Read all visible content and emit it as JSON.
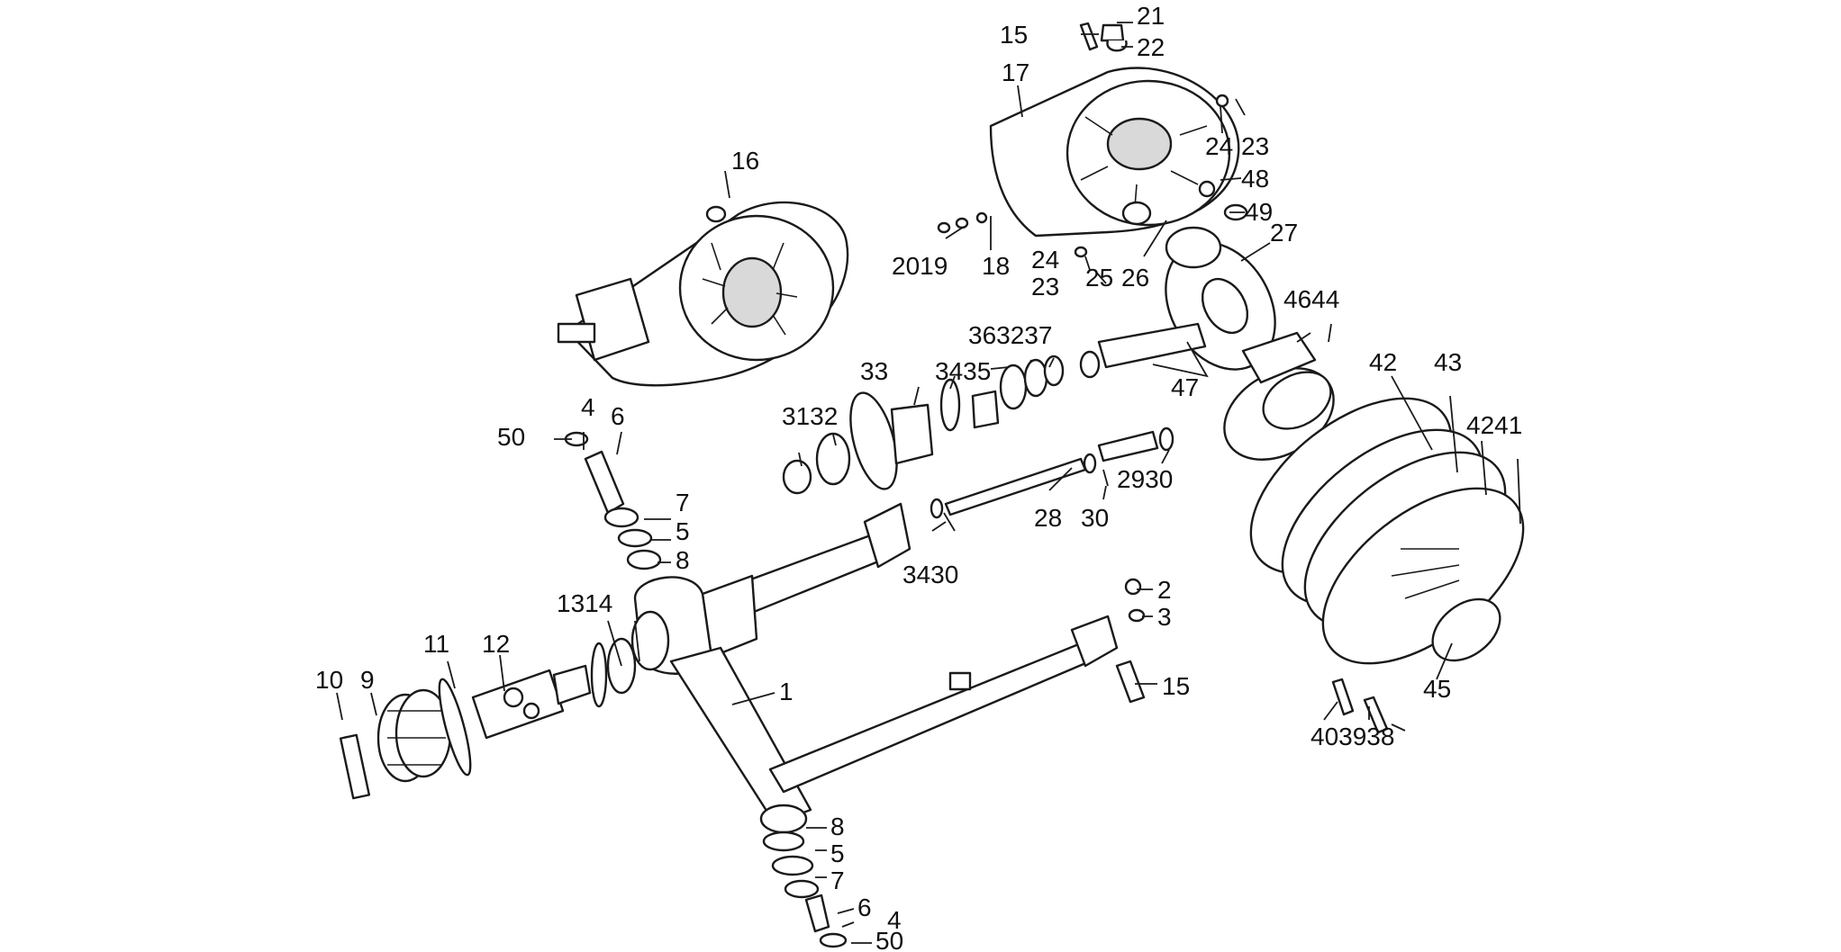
{
  "diagram": {
    "labels": [
      {
        "id": "c21",
        "text": "21"
      },
      {
        "id": "c15a",
        "text": "15"
      },
      {
        "id": "c22",
        "text": "22"
      },
      {
        "id": "c17",
        "text": "17"
      },
      {
        "id": "c24a",
        "text": "24"
      },
      {
        "id": "c23a",
        "text": "23"
      },
      {
        "id": "c48",
        "text": "48"
      },
      {
        "id": "c49",
        "text": "49"
      },
      {
        "id": "c16",
        "text": "16"
      },
      {
        "id": "c2019",
        "text": "2019"
      },
      {
        "id": "c18",
        "text": "18"
      },
      {
        "id": "c24b",
        "text": "24"
      },
      {
        "id": "c23b",
        "text": "23"
      },
      {
        "id": "c25",
        "text": "25"
      },
      {
        "id": "c26",
        "text": "26"
      },
      {
        "id": "c27",
        "text": "27"
      },
      {
        "id": "c4644",
        "text": "4644"
      },
      {
        "id": "c363237",
        "text": "363237"
      },
      {
        "id": "c33",
        "text": "33"
      },
      {
        "id": "c3435",
        "text": "3435"
      },
      {
        "id": "c47",
        "text": "47"
      },
      {
        "id": "c42",
        "text": "42"
      },
      {
        "id": "c43",
        "text": "43"
      },
      {
        "id": "c4241",
        "text": "4241"
      },
      {
        "id": "c3132",
        "text": "3132"
      },
      {
        "id": "c50a",
        "text": "50"
      },
      {
        "id": "c4a",
        "text": "4"
      },
      {
        "id": "c6a",
        "text": "6"
      },
      {
        "id": "c2930",
        "text": "2930"
      },
      {
        "id": "c28",
        "text": "28"
      },
      {
        "id": "c30a",
        "text": "30"
      },
      {
        "id": "c7a",
        "text": "7"
      },
      {
        "id": "c5a",
        "text": "5"
      },
      {
        "id": "c8a",
        "text": "8"
      },
      {
        "id": "c3430",
        "text": "3430"
      },
      {
        "id": "c2",
        "text": "2"
      },
      {
        "id": "c3",
        "text": "3"
      },
      {
        "id": "c1314",
        "text": "1314"
      },
      {
        "id": "c11",
        "text": "11"
      },
      {
        "id": "c12",
        "text": "12"
      },
      {
        "id": "c10",
        "text": "10"
      },
      {
        "id": "c9",
        "text": "9"
      },
      {
        "id": "c1",
        "text": "1"
      },
      {
        "id": "c15b",
        "text": "15"
      },
      {
        "id": "c45",
        "text": "45"
      },
      {
        "id": "c403938",
        "text": "403938"
      },
      {
        "id": "c8b",
        "text": "8"
      },
      {
        "id": "c5b",
        "text": "5"
      },
      {
        "id": "c7b",
        "text": "7"
      },
      {
        "id": "c6b",
        "text": "6"
      },
      {
        "id": "c4b",
        "text": "4"
      },
      {
        "id": "c50b",
        "text": "50"
      }
    ]
  }
}
